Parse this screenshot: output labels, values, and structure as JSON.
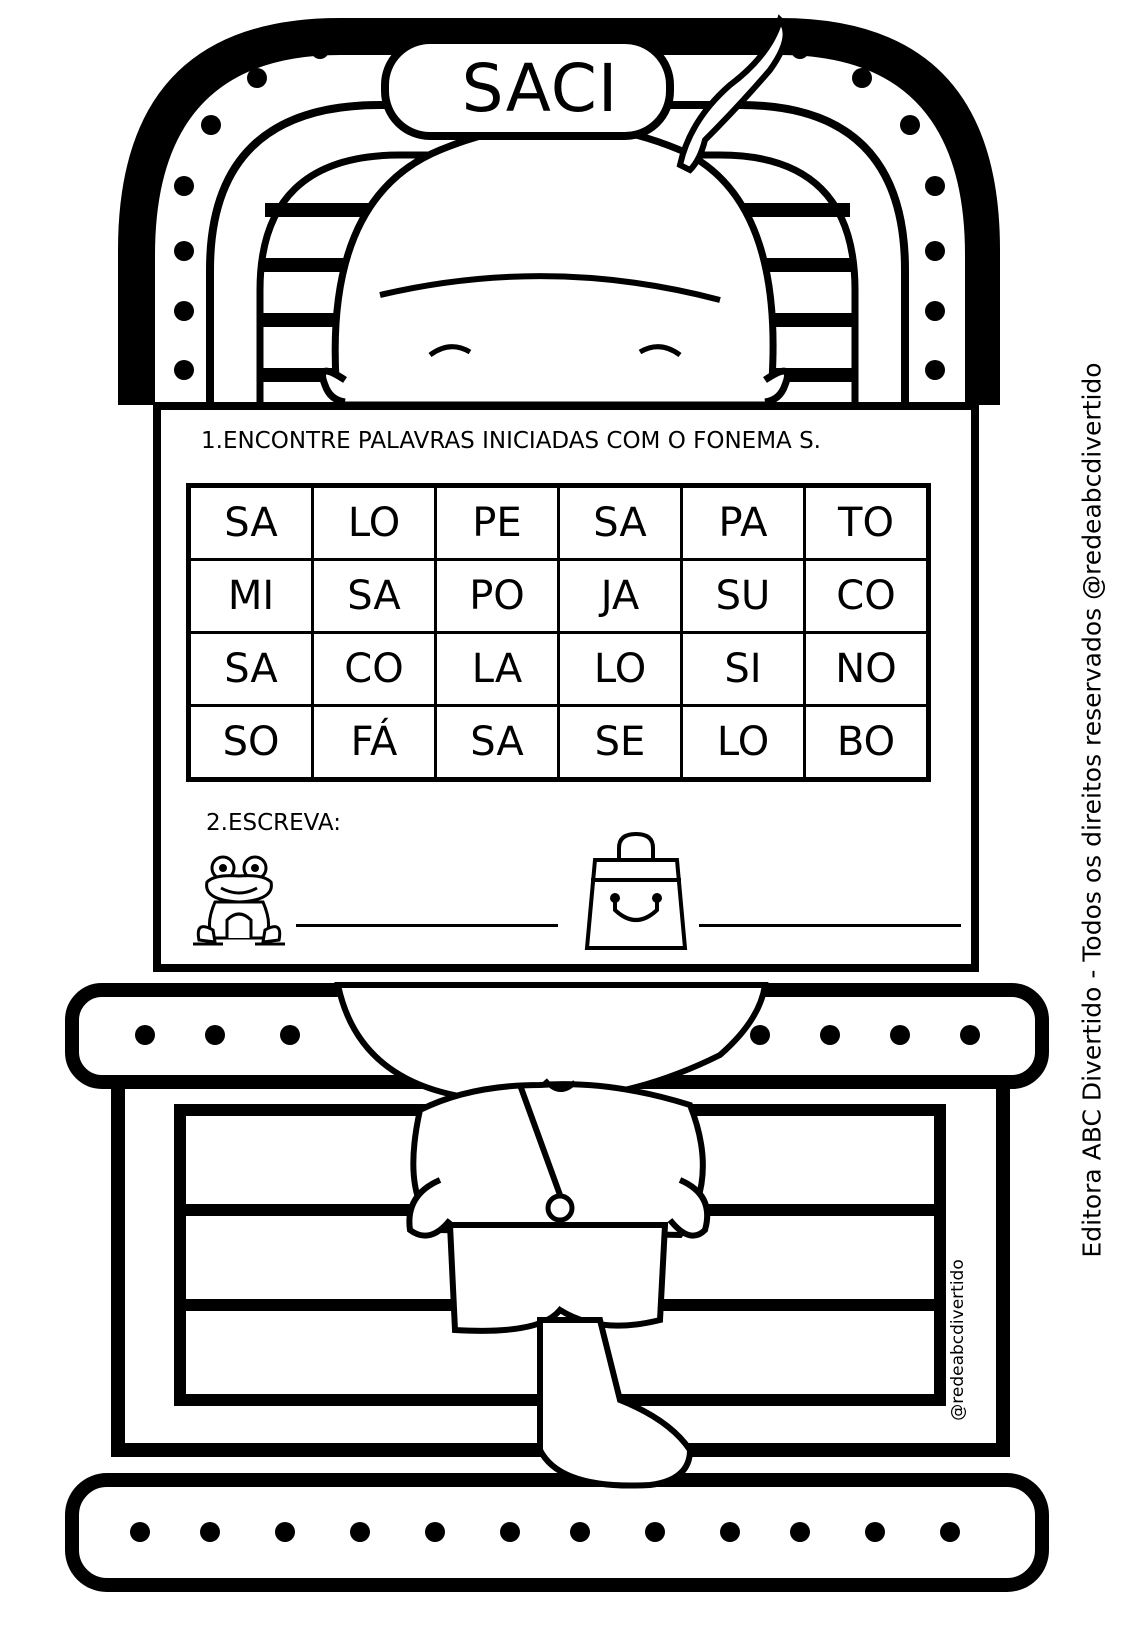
{
  "title": "SACI",
  "instruction_1": "1.ENCONTRE PALAVRAS INICIADAS COM O FONEMA S.",
  "syllable_grid": [
    [
      "SA",
      "LO",
      "PE",
      "SA",
      "PA",
      "TO"
    ],
    [
      "MI",
      "SA",
      "PO",
      "JA",
      "SU",
      "CO"
    ],
    [
      "SA",
      "CO",
      "LA",
      "LO",
      "SI",
      "NO"
    ],
    [
      "SO",
      "FÁ",
      "SA",
      "SE",
      "LO",
      "BO"
    ]
  ],
  "instruction_2": "2.ESCREVA:",
  "write_items": [
    {
      "icon": "frog-icon"
    },
    {
      "icon": "shopping-bag-icon"
    }
  ],
  "side_credit": "Editora ABC Divertido - Todos os direitos reservados    @redeabcdivertido",
  "small_credit": "@redeabcdivertido"
}
